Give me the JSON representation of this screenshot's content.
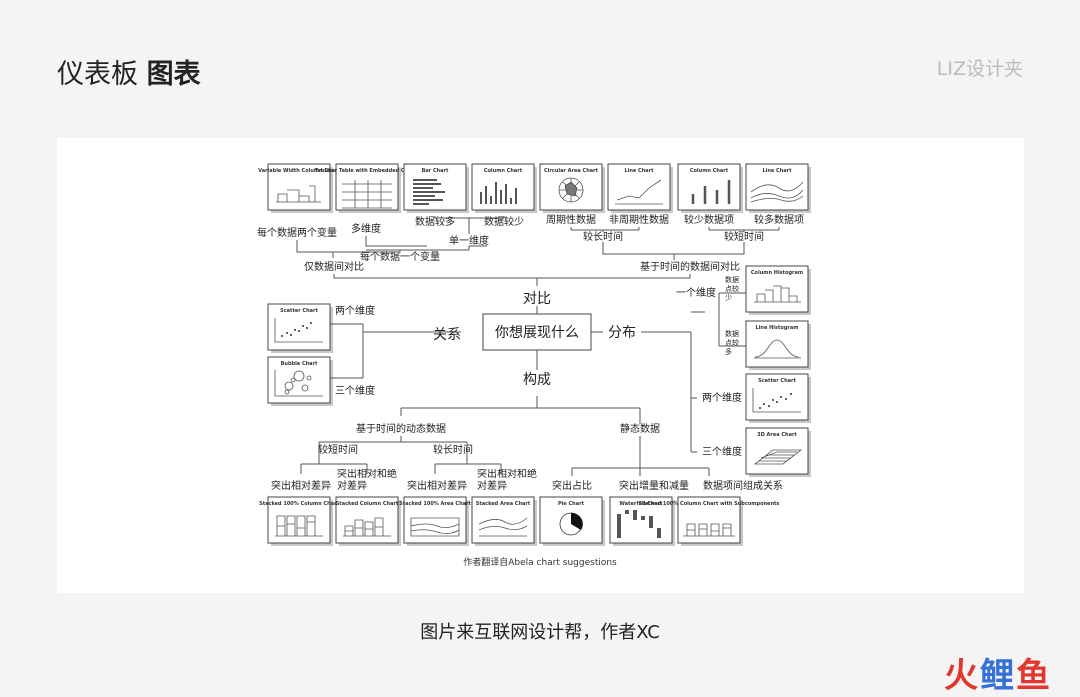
{
  "header": {
    "title_prefix": "仪表板 ",
    "title_bold": "图表",
    "brand": "LIZ设计夹"
  },
  "caption": "图片来互联网设计帮，作者XC",
  "logo": {
    "part1": "火",
    "part2": "鲤",
    "part3": "鱼"
  },
  "diagram": {
    "center": "你想展现什么",
    "top": "对比",
    "left": "关系",
    "right": "分布",
    "bottom": "构成",
    "compare": {
      "group_left": "仅数据间对比",
      "group_right": "基于时间的数据间对比",
      "two_vars": "每个数据两个变量",
      "one_var": "每个数据一个变量",
      "multi_dim": "多维度",
      "single_dim": "单一维度",
      "many_data": "数据较多",
      "few_data": "数据较少",
      "long_time": "较长时间",
      "short_time": "较短时间",
      "cyclic": "周期性数据",
      "non_cyclic": "非周期性数据",
      "few_items": "较少数据项",
      "many_items": "较多数据项"
    },
    "relation": {
      "two_dim": "两个维度",
      "three_dim": "三个维度"
    },
    "distribution": {
      "one_dim": "一个维度",
      "few_points": "数据点较少",
      "many_points": "数据点较多",
      "two_dim": "两个维度",
      "three_dim": "三个维度"
    },
    "composition": {
      "dynamic": "基于时间的动态数据",
      "static": "静态数据",
      "short_time": "较短时间",
      "long_time": "较长时间",
      "rel_diff_1": "突出相对差异",
      "rel_abs_diff_1": "突出相对和绝对差异",
      "rel_diff_2": "突出相对差异",
      "rel_abs_diff_2": "突出相对和绝对差异",
      "share": "突出占比",
      "accum": "突出增量和减量",
      "sub": "数据项间组成关系"
    },
    "charts": {
      "variable_width": "Variable Width Column Chart",
      "table_embedded": "Table or Table with Embedded Charts",
      "bar": "Bar Chart",
      "column": "Column Chart",
      "circular_area": "Circular Area Chart",
      "line": "Line Chart",
      "column2": "Column Chart",
      "line2": "Line Chart",
      "scatter": "Scatter Chart",
      "bubble": "Bubble Chart",
      "column_histogram": "Column Histogram",
      "line_histogram": "Line Histogram",
      "scatter2": "Scatter Chart",
      "area3d": "3D Area Chart",
      "stacked100_col": "Stacked 100% Column Chart",
      "stacked_col": "Stacked Column Chart",
      "stacked100_area": "Stacked 100% Area Chart",
      "stacked_area": "Stacked Area Chart",
      "pie": "Pie Chart",
      "waterfall": "Waterfall Chart",
      "stacked100_sub": "Stacked 100% Column Chart with Subcomponents"
    },
    "credit": "作者翻译自Abela chart suggestions"
  }
}
